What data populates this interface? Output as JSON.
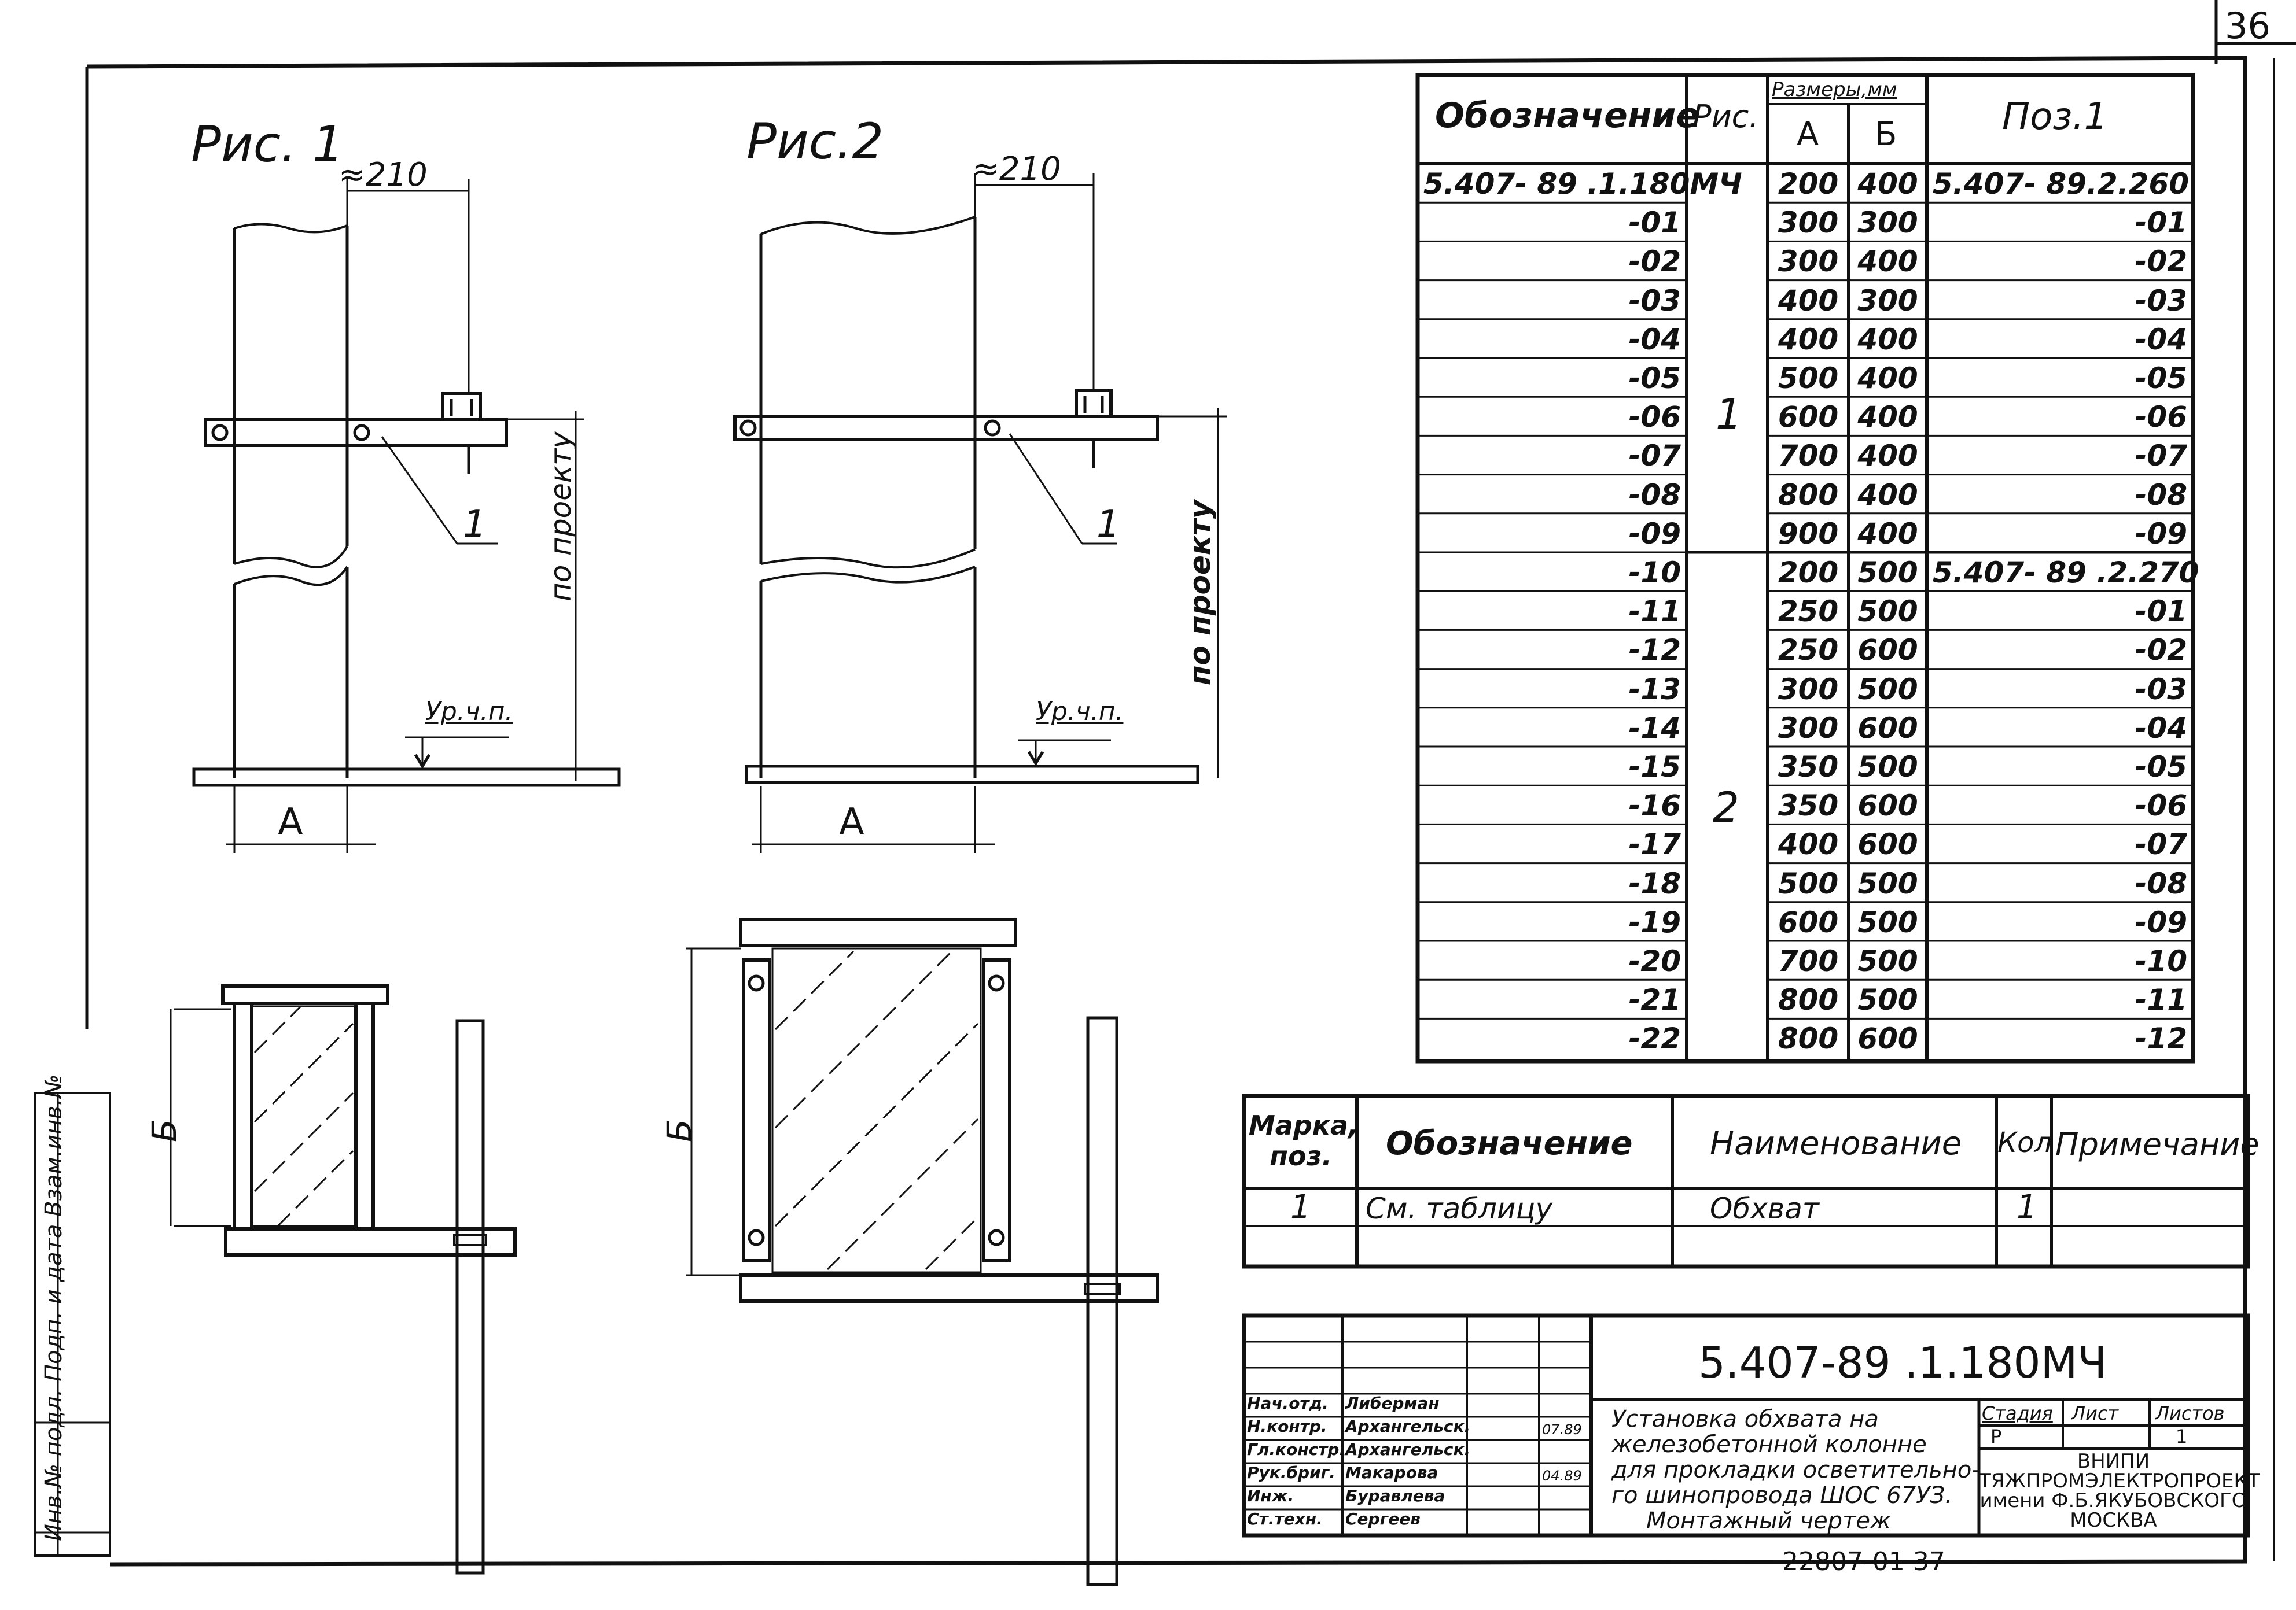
{
  "sheet_number": "36",
  "fig1": {
    "title": "Рис. 1",
    "dim_top": "≈210",
    "dim_bottom": "A",
    "dim_side": "Б",
    "label_level": "Ур.ч.п.",
    "label_project": "по проекту",
    "label_pos": "1"
  },
  "fig2": {
    "title": "Рис.2",
    "dim_top": "≈210",
    "dim_bottom": "A",
    "dim_side": "Б",
    "label_level": "Ур.ч.п.",
    "label_project": "по проекту",
    "label_pos": "1"
  },
  "table": {
    "headers": {
      "designation": "Обозначение",
      "fig": "Рис.",
      "sizes": "Размеры,мм",
      "a": "А",
      "b": "Б",
      "pos": "Поз.1"
    },
    "rows": [
      {
        "des": "5.407- 89 .1.180МЧ",
        "a": "200",
        "b": "400",
        "pos": "5.407- 89.2.260"
      },
      {
        "des": "-01",
        "a": "300",
        "b": "300",
        "pos": "-01"
      },
      {
        "des": "-02",
        "a": "300",
        "b": "400",
        "pos": "-02"
      },
      {
        "des": "-03",
        "a": "400",
        "b": "300",
        "pos": "-03"
      },
      {
        "des": "-04",
        "a": "400",
        "b": "400",
        "pos": "-04"
      },
      {
        "des": "-05",
        "a": "500",
        "b": "400",
        "pos": "-05"
      },
      {
        "des": "-06",
        "a": "600",
        "b": "400",
        "pos": "-06"
      },
      {
        "des": "-07",
        "a": "700",
        "b": "400",
        "pos": "-07"
      },
      {
        "des": "-08",
        "a": "800",
        "b": "400",
        "pos": "-08"
      },
      {
        "des": "-09",
        "a": "900",
        "b": "400",
        "pos": "-09"
      },
      {
        "des": "-10",
        "a": "200",
        "b": "500",
        "pos": "5.407- 89 .2.270"
      },
      {
        "des": "-11",
        "a": "250",
        "b": "500",
        "pos": "-01"
      },
      {
        "des": "-12",
        "a": "250",
        "b": "600",
        "pos": "-02"
      },
      {
        "des": "-13",
        "a": "300",
        "b": "500",
        "pos": "-03"
      },
      {
        "des": "-14",
        "a": "300",
        "b": "600",
        "pos": "-04"
      },
      {
        "des": "-15",
        "a": "350",
        "b": "500",
        "pos": "-05"
      },
      {
        "des": "-16",
        "a": "350",
        "b": "600",
        "pos": "-06"
      },
      {
        "des": "-17",
        "a": "400",
        "b": "600",
        "pos": "-07"
      },
      {
        "des": "-18",
        "a": "500",
        "b": "500",
        "pos": "-08"
      },
      {
        "des": "-19",
        "a": "600",
        "b": "500",
        "pos": "-09"
      },
      {
        "des": "-20",
        "a": "700",
        "b": "500",
        "pos": "-10"
      },
      {
        "des": "-21",
        "a": "800",
        "b": "500",
        "pos": "-11"
      },
      {
        "des": "-22",
        "a": "800",
        "b": "600",
        "pos": "-12"
      }
    ],
    "fig_group1": "1",
    "fig_group2": "2"
  },
  "spec": {
    "headers": {
      "mark": "Марка, поз.",
      "designation": "Обозначение",
      "name": "Наименование",
      "qty": "Кол.",
      "note": "Примечание"
    },
    "row": {
      "mark": "1",
      "designation": "См. таблицу",
      "name": "Обхват",
      "qty": "1",
      "note": ""
    }
  },
  "stamp": {
    "code": "5.407-89 .1.180МЧ",
    "title_lines": [
      "Установка обхвата на",
      "железобетонной колонне",
      "для прокладки осветительно-",
      "го шинопровода ШОС 67УЗ.",
      "Монтажный чертеж"
    ],
    "stage_label": "Стадия",
    "sheet_label": "Лист",
    "sheets_label": "Листов",
    "stage": "Р",
    "sheet": "1",
    "org": [
      "ВНИПИ",
      "ТЯЖПРОМЭЛЕКТРОПРОЕКТ",
      "имени Ф.Б.ЯКУБОВСКОГО",
      "МОСКВА"
    ],
    "roles": [
      "Нач.отд.",
      "Н.контр.",
      "Гл.констр.",
      "Рук.бриг.",
      "Инж.",
      "Ст.техн."
    ],
    "names": [
      "Либерман",
      "Архангельск.",
      "Архангельск.",
      "Макарова",
      "Буравлева",
      "Сергеев"
    ],
    "dates": [
      "07.89",
      "04.89"
    ]
  },
  "side_label": "Инв.№ подл. Подп. и дата Взам.инв.№",
  "bottom_number": "22807-01 37"
}
